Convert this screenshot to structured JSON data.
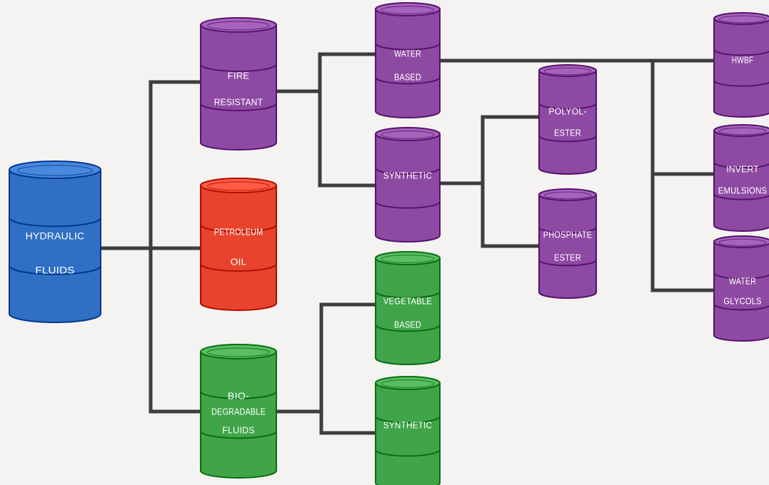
{
  "colors": {
    "blue": "#2f6fc4",
    "red": "#e8432d",
    "purple": "#8e4aa3",
    "green": "#3fa548",
    "connector": "#3d3d3d"
  },
  "nodes": {
    "hydraulic": {
      "line1": "HYDRAULIC",
      "line2": "FLUIDS",
      "color": "blue"
    },
    "fire": {
      "line1": "FIRE",
      "line2": "RESISTANT",
      "color": "purple"
    },
    "petroleum": {
      "line1": "PETROLEUM",
      "line2": "OIL",
      "color": "red"
    },
    "bio": {
      "line1": "BIO-",
      "line2": "DEGRADABLE",
      "line3": "FLUIDS",
      "color": "green"
    },
    "water_based": {
      "line1": "WATER",
      "line2": "BASED",
      "color": "purple"
    },
    "synthetic_fr": {
      "line1": "SYNTHETIC",
      "color": "purple"
    },
    "vegetable": {
      "line1": "VEGETABLE",
      "line2": "BASED",
      "color": "green"
    },
    "synthetic_bio": {
      "line1": "SYNTHETIC",
      "color": "green"
    },
    "polyol": {
      "line1": "POLYOL-",
      "line2": "ESTER",
      "color": "purple"
    },
    "phosphate": {
      "line1": "PHOSPHATE",
      "line2": "ESTER",
      "color": "purple"
    },
    "hwbf": {
      "line1": "HWBF",
      "color": "purple"
    },
    "invert": {
      "line1": "INVERT",
      "line2": "EMULSIONS",
      "color": "purple"
    },
    "water_glycol": {
      "line1": "WATER",
      "line2": "GLYCOLS",
      "color": "purple"
    }
  }
}
